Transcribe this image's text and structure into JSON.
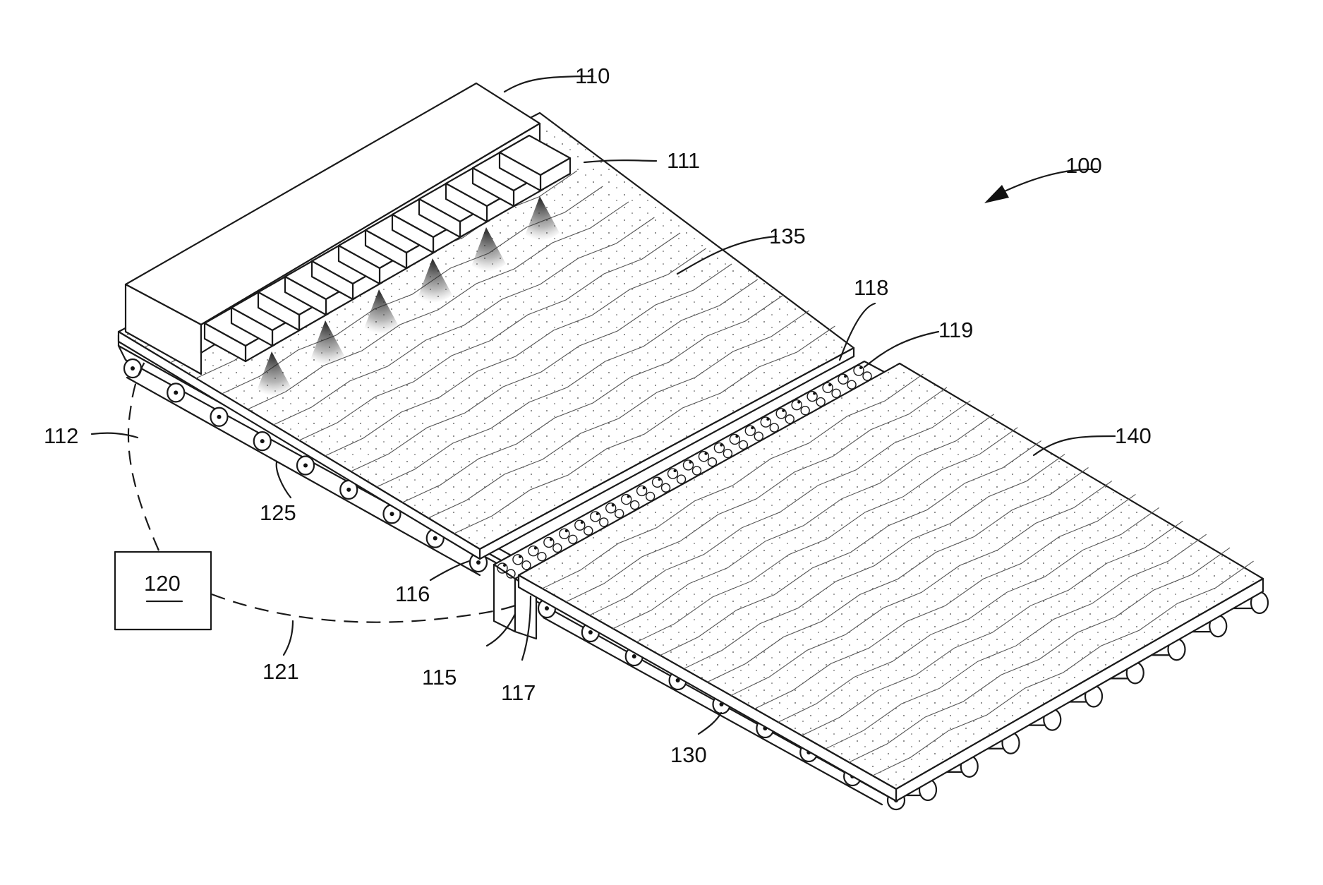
{
  "labels": {
    "system": "100",
    "spray_unit": "110",
    "nozzle": "111",
    "link_a": "112",
    "press": "115",
    "roller_upper": "116",
    "roller_lower": "117",
    "roller_group_a": "118",
    "roller_group_b": "119",
    "controller": "120",
    "link_b": "121",
    "first_conveyor": "125",
    "second_conveyor": "130",
    "first_mat": "135",
    "second_mat": "140"
  }
}
